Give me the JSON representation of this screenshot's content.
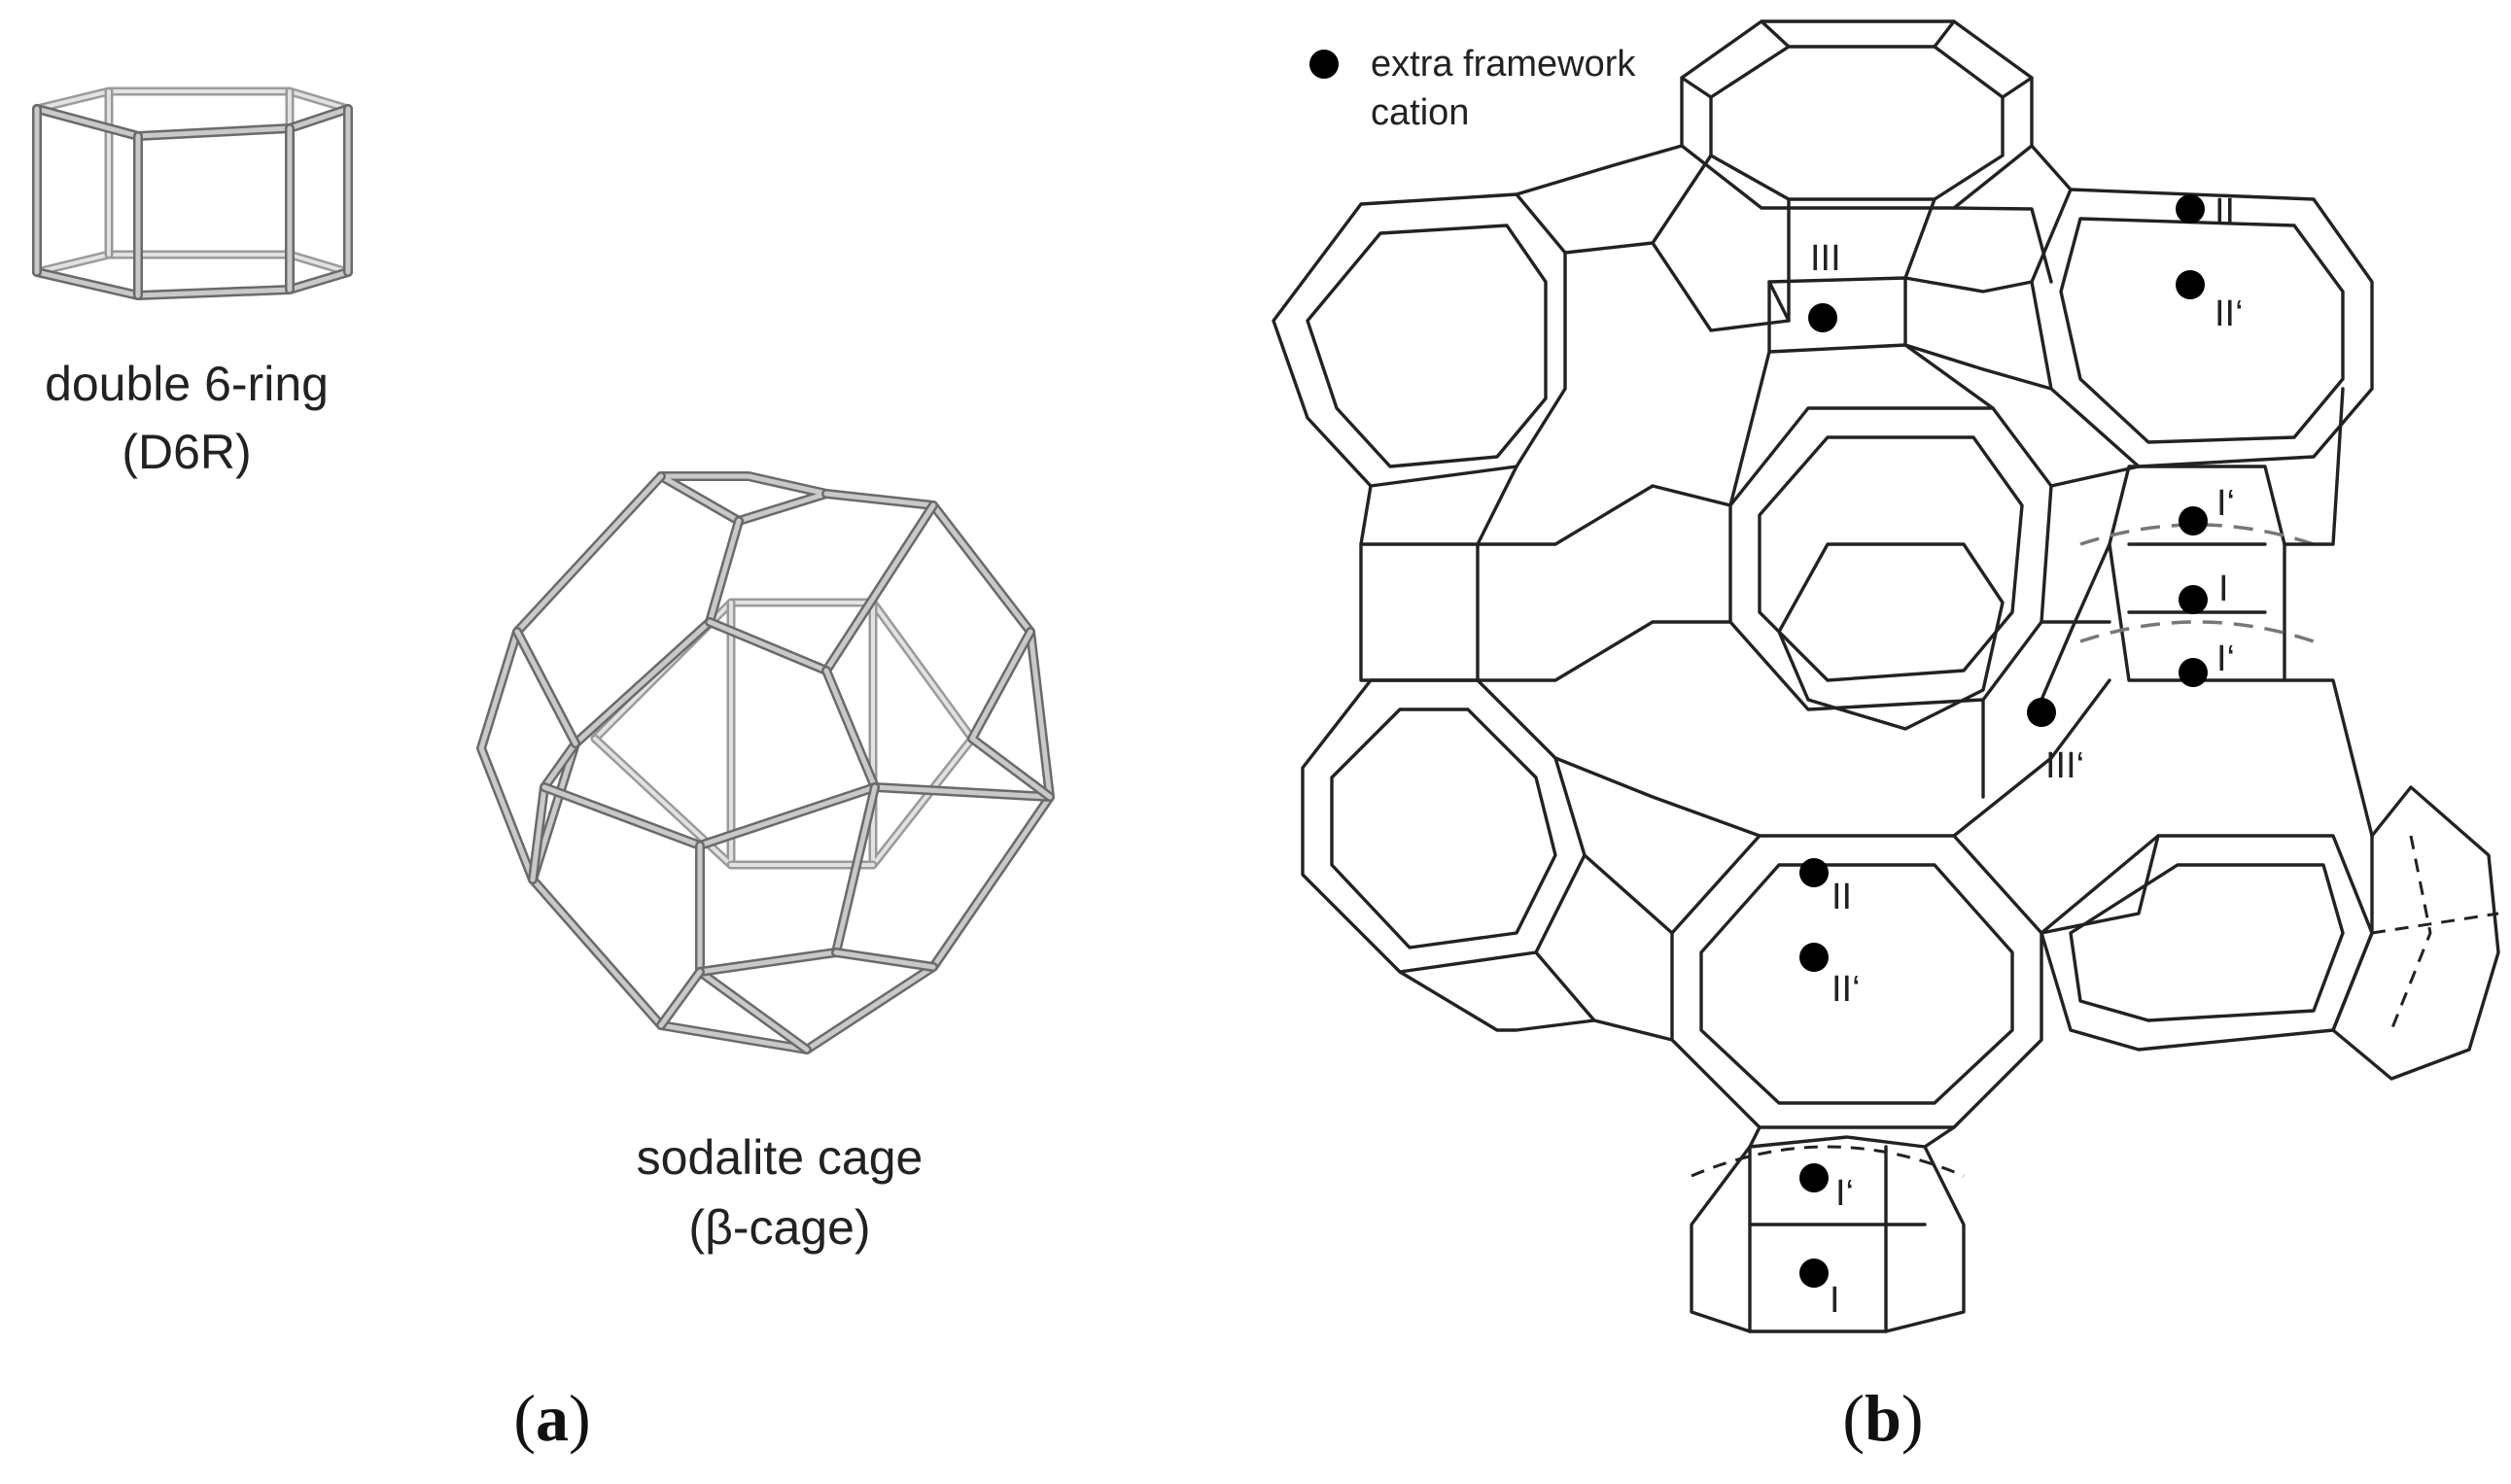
{
  "panel_a": {
    "d6r_label_line1": "double 6-ring",
    "d6r_label_line2": "(D6R)",
    "sodalite_label_line1": "sodalite cage",
    "sodalite_label_line2": "(β-cage)",
    "caption_open": "(",
    "caption_letter": "a",
    "caption_close": ")"
  },
  "panel_b": {
    "legend_line1": "extra framework",
    "legend_line2": "cation",
    "caption_open": "(",
    "caption_letter": "b",
    "caption_close": ")",
    "site_labels": {
      "III_top": "III",
      "II_topright": "II",
      "IIp_topright": "II‘",
      "Ip_upper": "I‘",
      "I_right": "I",
      "Ip_lower": "I‘",
      "IIIp": "III‘",
      "II_bottom": "II",
      "IIp_bottom": "II‘",
      "Ip_bottom": "I‘",
      "I_bottom": "I"
    }
  },
  "colors": {
    "line": "#222222",
    "rod_dark": "#6a6a6a",
    "rod_light": "#c9c9c9",
    "cation": "#000000"
  }
}
